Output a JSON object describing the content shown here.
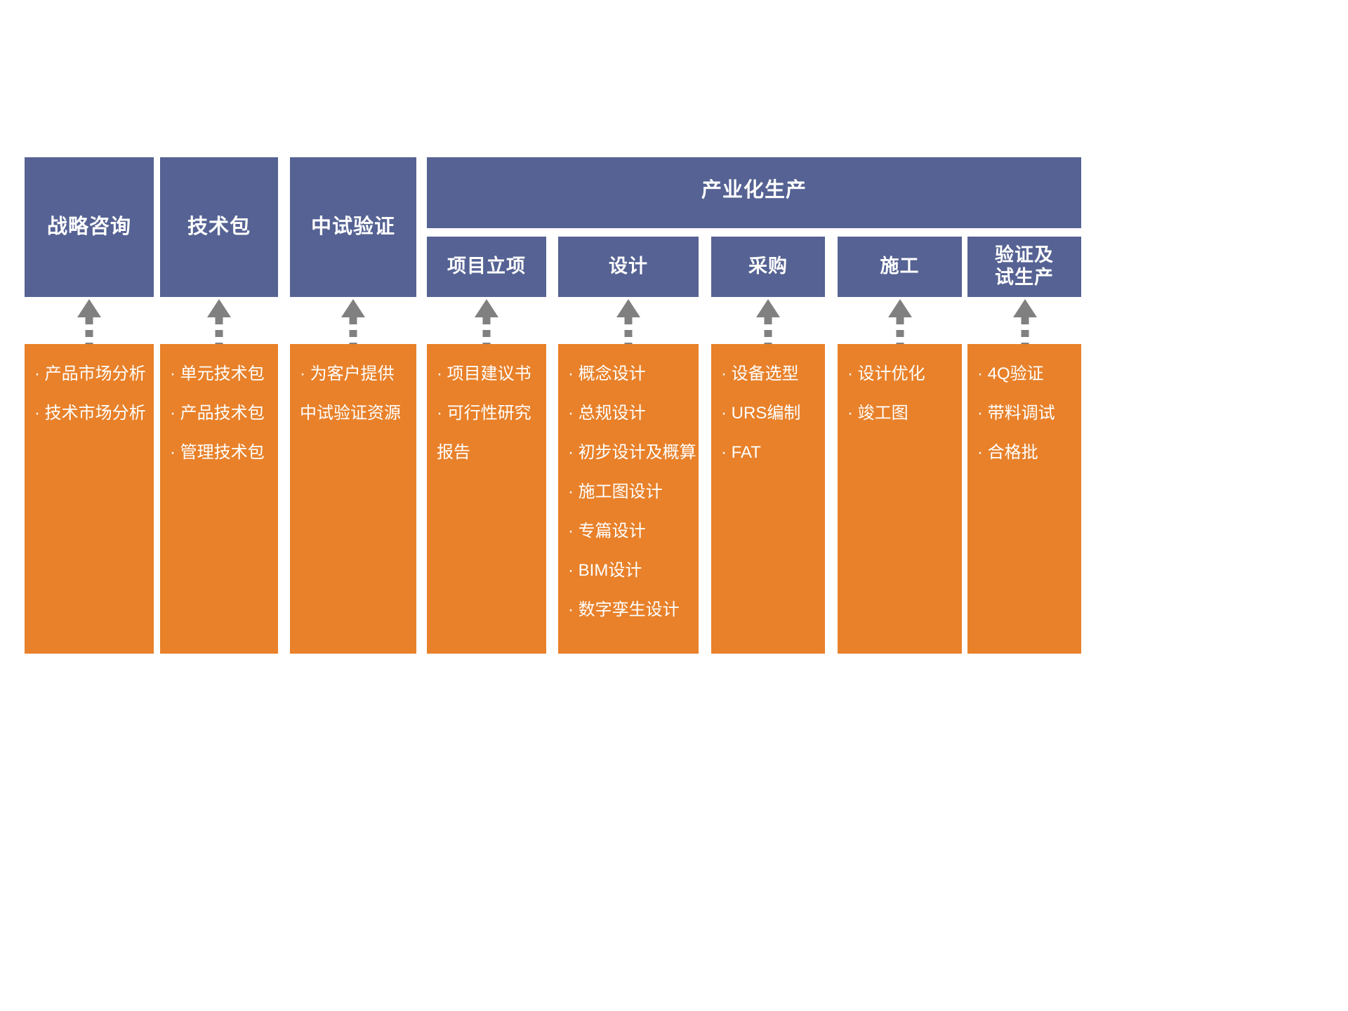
{
  "diagram": {
    "title": "",
    "colors": {
      "blue": "#556293",
      "orange": "#E8812A",
      "arrow": "#808080",
      "text": "#FFFFFF"
    },
    "production_header": {
      "label": "产业化生产"
    },
    "phases": [
      {
        "id": "strategy-consulting",
        "header": "战略咨询",
        "items": [
          "· 产品市场分析",
          "· 技术市场分析"
        ]
      },
      {
        "id": "technology-package",
        "header": "技术包",
        "items": [
          "· 单元技术包",
          "· 产品技术包",
          "· 管理技术包"
        ]
      },
      {
        "id": "pilot-verification",
        "header": "中试验证",
        "items": [
          "· 为客户提供",
          "中试验证资源"
        ]
      },
      {
        "id": "project-initiation",
        "header": "项目立项",
        "items": [
          "· 项目建议书",
          "· 可行性研究",
          "报告"
        ]
      },
      {
        "id": "design",
        "header": "设计",
        "items": [
          "· 概念设计",
          "· 总规设计",
          "· 初步设计及概算",
          "· 施工图设计",
          "· 专篇设计",
          "· BIM设计",
          "· 数字孪生设计"
        ]
      },
      {
        "id": "procurement",
        "header": "采购",
        "items": [
          "· 设备选型",
          "· URS编制",
          "· FAT"
        ]
      },
      {
        "id": "construction",
        "header": "施工",
        "items": [
          "· 设计优化",
          "· 竣工图"
        ]
      },
      {
        "id": "validation-trial-production",
        "header": "验证及\n试生产",
        "header_line1": "验证及",
        "header_line2": "试生产",
        "items": [
          "· 4Q验证",
          "· 带料调试",
          "· 合格批"
        ]
      }
    ]
  }
}
